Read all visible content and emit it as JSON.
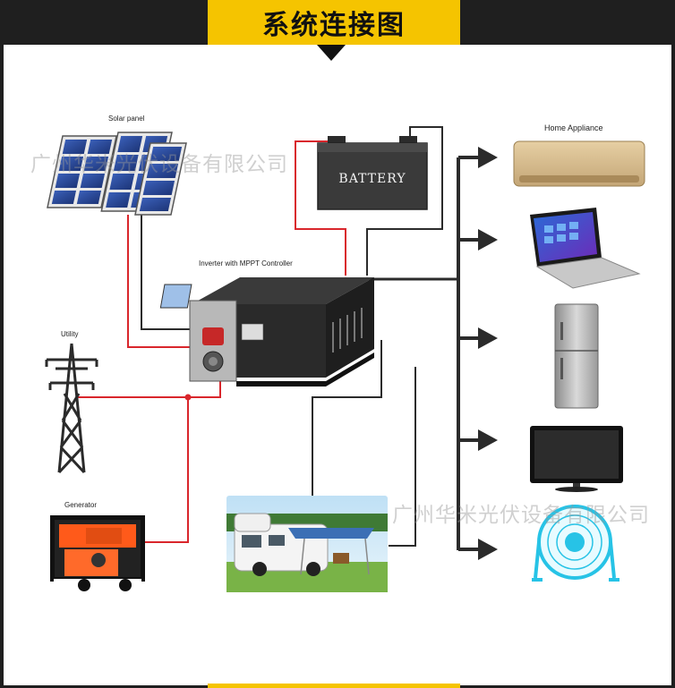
{
  "title": "系统连接图",
  "labels": {
    "solar_panel": "Solar panel",
    "inverter": "Inverter with MPPT Controller",
    "utility": "Utility",
    "generator": "Generator",
    "battery": "BATTERY",
    "home_appliance": "Home Appliance"
  },
  "watermarks": {
    "top": "广州华米光伏设备有限公司",
    "bottom": "广州华米光伏设备有限公司"
  },
  "colors": {
    "accent_yellow": "#f5c400",
    "wire_red": "#d9262c",
    "wire_dark": "#2b2b2b",
    "frame_dark": "#1f1f1f"
  },
  "icons": [
    "solar-panel-icon",
    "battery-icon",
    "inverter-icon",
    "utility-tower-icon",
    "generator-icon",
    "rv-camper-image",
    "air-conditioner-icon",
    "laptop-icon",
    "refrigerator-icon",
    "tv-monitor-icon",
    "desk-fan-icon"
  ]
}
